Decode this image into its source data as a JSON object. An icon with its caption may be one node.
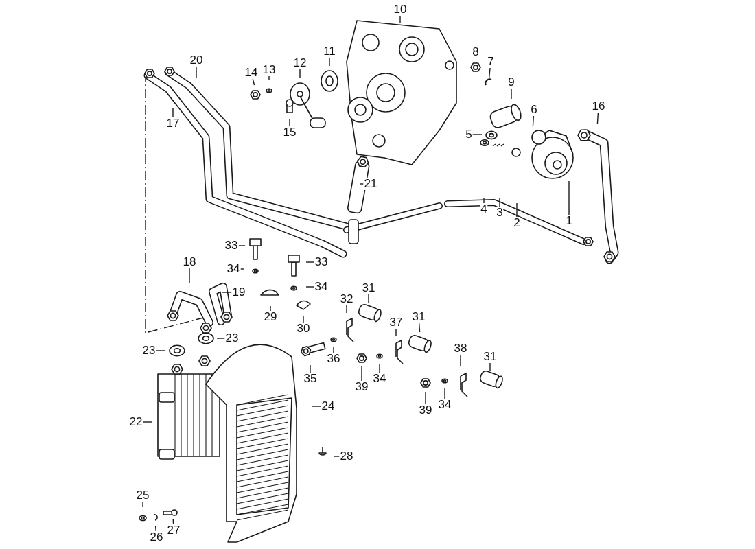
{
  "diagram": {
    "nodes": [
      {
        "text": [
          "10"
        ]
      },
      {
        "text": [
          "20"
        ]
      },
      {
        "text": [
          "11"
        ]
      },
      {
        "text": [
          "12"
        ]
      },
      {
        "text": [
          "14"
        ]
      },
      {
        "text": [
          "13"
        ]
      },
      {
        "text": [
          "7"
        ]
      },
      {
        "text": [
          "9"
        ]
      },
      {
        "text": [
          "6"
        ]
      },
      {
        "text": [
          "16"
        ]
      },
      {
        "text": [
          "17"
        ]
      },
      {
        "text": [
          "15"
        ]
      },
      {
        "text": [
          "5"
        ]
      },
      {
        "text": [
          "4"
        ]
      },
      {
        "text": [
          "3"
        ]
      },
      {
        "text": [
          "2"
        ]
      },
      {
        "text": [
          "1"
        ]
      },
      {
        "text": [
          "21"
        ]
      },
      {
        "text": [
          "33"
        ]
      },
      {
        "text": [
          "34"
        ]
      },
      {
        "text": [
          "33"
        ]
      },
      {
        "text": [
          "18"
        ]
      },
      {
        "text": [
          "34"
        ]
      },
      {
        "text": [
          "19"
        ]
      },
      {
        "text": [
          "31"
        ]
      },
      {
        "text": [
          "32"
        ]
      },
      {
        "text": [
          "29"
        ]
      },
      {
        "text": [
          "30"
        ]
      },
      {
        "text": [
          "37"
        ]
      },
      {
        "text": [
          "31"
        ]
      },
      {
        "text": [
          "23"
        ]
      },
      {
        "text": [
          "23"
        ]
      },
      {
        "text": [
          "35"
        ]
      },
      {
        "text": [
          "36"
        ]
      },
      {
        "text": [
          "38"
        ]
      },
      {
        "text": [
          "31"
        ]
      },
      {
        "text": [
          "39"
        ]
      },
      {
        "text": [
          "34"
        ]
      },
      {
        "text": [
          "22"
        ]
      },
      {
        "text": [
          "24"
        ]
      },
      {
        "text": [
          "39"
        ]
      },
      {
        "text": [
          "34"
        ]
      },
      {
        "text": [
          "28"
        ]
      },
      {
        "text": [
          "25"
        ]
      },
      {
        "text": [
          "27"
        ]
      },
      {
        "text": [
          "26"
        ]
      }
    ],
    "edges": [
      {
        "from": 0,
        "to": null,
        "arrow": "none"
      },
      {
        "from": 1,
        "to": null,
        "arrow": "none"
      },
      {
        "from": 2,
        "to": null,
        "arrow": "none"
      },
      {
        "from": 3,
        "to": null,
        "arrow": "none"
      },
      {
        "from": 4,
        "to": null,
        "arrow": "none"
      },
      {
        "from": 5,
        "to": null,
        "arrow": "none"
      },
      {
        "from": 6,
        "to": null,
        "arrow": "none"
      },
      {
        "from": 7,
        "to": null,
        "arrow": "none"
      },
      {
        "from": 8,
        "to": null,
        "arrow": "none"
      },
      {
        "from": 9,
        "to": null,
        "arrow": "none"
      },
      {
        "from": 10,
        "to": null,
        "arrow": "none"
      },
      {
        "from": 11,
        "to": null,
        "arrow": "none"
      },
      {
        "from": 12,
        "to": null,
        "arrow": "none"
      },
      {
        "from": 13,
        "to": null,
        "arrow": "none"
      },
      {
        "from": 14,
        "to": null,
        "arrow": "none"
      },
      {
        "from": 15,
        "to": null,
        "arrow": "none"
      },
      {
        "from": 16,
        "to": null,
        "arrow": "none"
      },
      {
        "from": 17,
        "to": null,
        "arrow": "none"
      },
      {
        "from": 18,
        "to": null,
        "arrow": "none"
      },
      {
        "from": 19,
        "to": null,
        "arrow": "none"
      },
      {
        "from": 20,
        "to": null,
        "arrow": "none"
      },
      {
        "from": 21,
        "to": null,
        "arrow": "none"
      },
      {
        "from": 22,
        "to": null,
        "arrow": "none"
      },
      {
        "from": 23,
        "to": null,
        "arrow": "none"
      },
      {
        "from": 24,
        "to": null,
        "arrow": "none"
      },
      {
        "from": 25,
        "to": null,
        "arrow": "none"
      },
      {
        "from": 26,
        "to": null,
        "arrow": "none"
      },
      {
        "from": 27,
        "to": null,
        "arrow": "none"
      },
      {
        "from": 28,
        "to": null,
        "arrow": "none"
      },
      {
        "from": 29,
        "to": null,
        "arrow": "none"
      },
      {
        "from": 30,
        "to": null,
        "arrow": "none"
      },
      {
        "from": 31,
        "to": null,
        "arrow": "none"
      },
      {
        "from": 32,
        "to": null,
        "arrow": "none"
      },
      {
        "from": 33,
        "to": null,
        "arrow": "none"
      },
      {
        "from": 34,
        "to": null,
        "arrow": "none"
      },
      {
        "from": 35,
        "to": null,
        "arrow": "none"
      },
      {
        "from": 36,
        "to": null,
        "arrow": "none"
      },
      {
        "from": 37,
        "to": null,
        "arrow": "none"
      },
      {
        "from": 38,
        "to": null,
        "arrow": "none"
      },
      {
        "from": 39,
        "to": null,
        "arrow": "none"
      },
      {
        "from": 40,
        "to": null,
        "arrow": "none"
      },
      {
        "from": 41,
        "to": null,
        "arrow": "none"
      },
      {
        "from": 42,
        "to": null,
        "arrow": "none"
      },
      {
        "from": 43,
        "to": null,
        "arrow": "none"
      },
      {
        "from": 44,
        "to": null,
        "arrow": "none"
      },
      {
        "from": 45,
        "to": null,
        "arrow": "none"
      }
    ],
    "labels": [
      "8"
    ]
  }
}
